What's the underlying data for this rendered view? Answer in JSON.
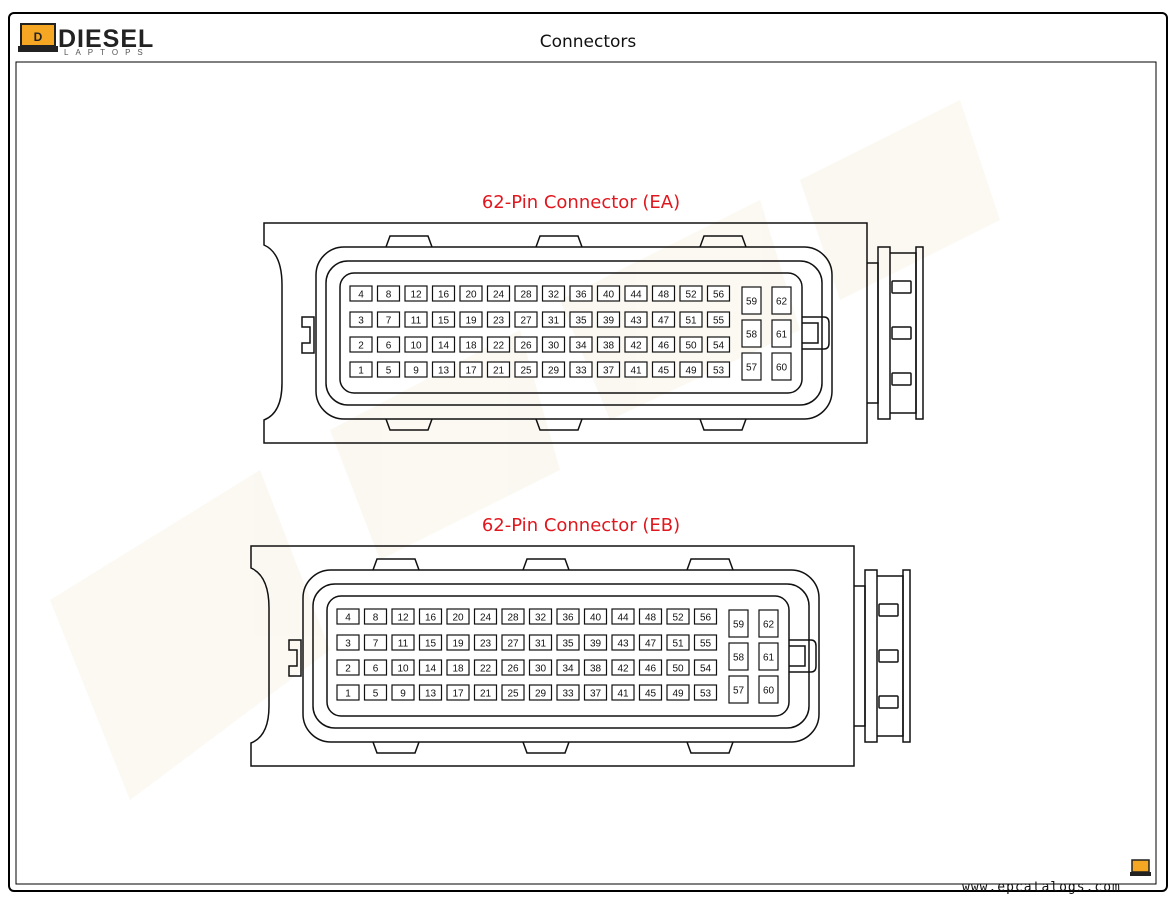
{
  "header": {
    "logo_text": "DIESEL",
    "logo_subtext": "LAPTOPS",
    "title": "Connectors"
  },
  "connectors": [
    {
      "title": "62-Pin Connector (EA)",
      "rows": [
        [
          "4",
          "8",
          "12",
          "16",
          "20",
          "24",
          "28",
          "32",
          "36",
          "40",
          "44",
          "48",
          "52",
          "56"
        ],
        [
          "3",
          "7",
          "11",
          "15",
          "19",
          "23",
          "27",
          "31",
          "35",
          "39",
          "43",
          "47",
          "51",
          "55"
        ],
        [
          "2",
          "6",
          "10",
          "14",
          "18",
          "22",
          "26",
          "30",
          "34",
          "38",
          "42",
          "46",
          "50",
          "54"
        ],
        [
          "1",
          "5",
          "9",
          "13",
          "17",
          "21",
          "25",
          "29",
          "33",
          "37",
          "41",
          "45",
          "49",
          "53"
        ]
      ],
      "side_pins": [
        [
          "59",
          "62"
        ],
        [
          "58",
          "61"
        ],
        [
          "57",
          "60"
        ]
      ]
    },
    {
      "title": "62-Pin Connector (EB)",
      "rows": [
        [
          "4",
          "8",
          "12",
          "16",
          "20",
          "24",
          "28",
          "32",
          "36",
          "40",
          "44",
          "48",
          "52",
          "56"
        ],
        [
          "3",
          "7",
          "11",
          "15",
          "19",
          "23",
          "27",
          "31",
          "35",
          "39",
          "43",
          "47",
          "51",
          "55"
        ],
        [
          "2",
          "6",
          "10",
          "14",
          "18",
          "22",
          "26",
          "30",
          "34",
          "38",
          "42",
          "46",
          "50",
          "54"
        ],
        [
          "1",
          "5",
          "9",
          "13",
          "17",
          "21",
          "25",
          "29",
          "33",
          "37",
          "41",
          "45",
          "49",
          "53"
        ]
      ],
      "side_pins": [
        [
          "59",
          "62"
        ],
        [
          "58",
          "61"
        ],
        [
          "57",
          "60"
        ]
      ]
    }
  ],
  "footer": {
    "watermark_url": "www.epcatalogs.com"
  },
  "colors": {
    "title_red": "#e0171e",
    "logo_orange": "#f5a623",
    "line": "#111111"
  }
}
